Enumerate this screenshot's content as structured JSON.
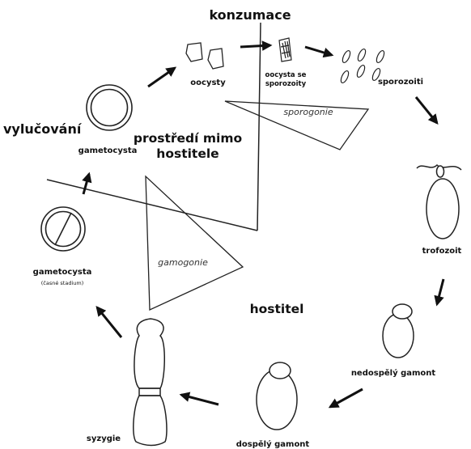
{
  "labels": {
    "konzumace": "konzumace",
    "vylucovani": "vylučování",
    "prostredi_line1": "prostředí mimo",
    "prostredi_line2": "hostitele",
    "hostitel": "hostitel",
    "sporogonie": "sporogonie",
    "gamogonie": "gamogonie"
  },
  "stages": {
    "oocysty": "oocysty",
    "oocysta_line1": "oocysta se",
    "oocysta_line2": "sporozoity",
    "sporozoiti": "sporozoiti",
    "trofozoit": "trofozoit",
    "nedospely_gamont": "nedospělý gamont",
    "dospely_gamont": "dospělý gamont",
    "syzygie": "syzygie",
    "gametocysta_early": "gametocysta",
    "gametocysta_early_note": "(časné stadium)",
    "gametocysta": "gametocysta"
  },
  "colors": {
    "ink": "#111111",
    "paper": "#ffffff"
  }
}
